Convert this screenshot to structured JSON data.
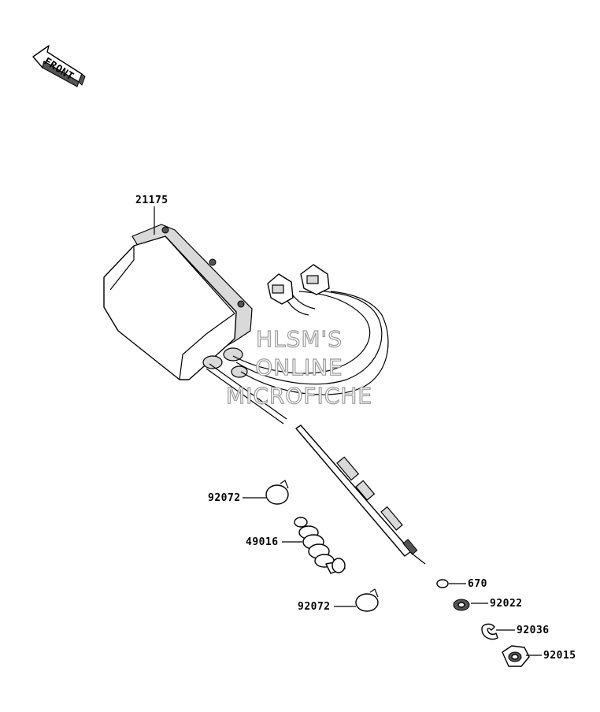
{
  "front_arrow": {
    "label": "FRONT"
  },
  "callouts": [
    {
      "id": "servo-unit",
      "number": "21175"
    },
    {
      "id": "clamp-upper",
      "number": "92072"
    },
    {
      "id": "boot",
      "number": "49016"
    },
    {
      "id": "clamp-lower",
      "number": "92072"
    },
    {
      "id": "o-ring",
      "number": "670"
    },
    {
      "id": "washer",
      "number": "92022"
    },
    {
      "id": "circlip",
      "number": "92036"
    },
    {
      "id": "nut",
      "number": "92015"
    }
  ],
  "watermark": {
    "lines": [
      "HLSM'S",
      "ONLINE",
      "MICROFICHE"
    ]
  }
}
